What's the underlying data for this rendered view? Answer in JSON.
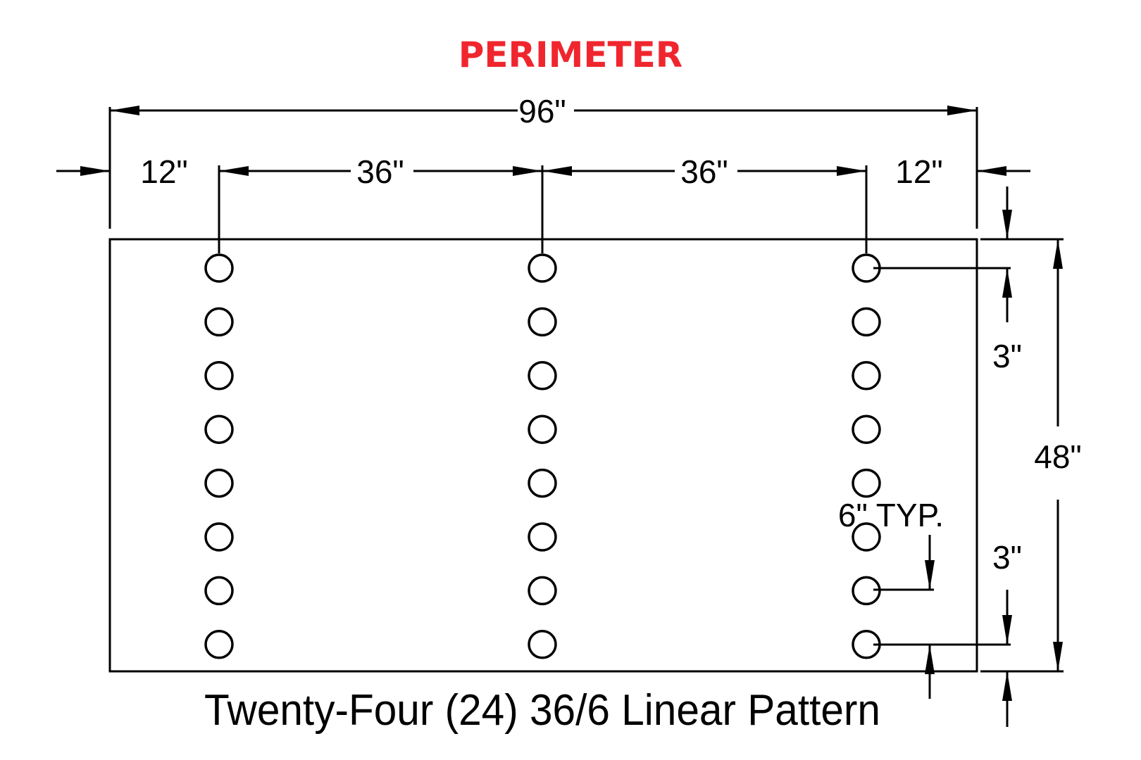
{
  "title": "PERIMETER",
  "colors": {
    "title": "#f0262e",
    "lines": "#000000"
  },
  "dimensions": {
    "overall_width": "96\"",
    "left_edge": "12\"",
    "spacing_left": "36\"",
    "spacing_right": "36\"",
    "right_edge": "12\"",
    "overall_height": "48\"",
    "top_edge": "3\"",
    "bottom_edge": "3\"",
    "hole_spacing": "6\" TYP."
  },
  "pattern": {
    "columns": 3,
    "holes_per_column": 8
  },
  "caption": "Twenty-Four (24) 36/6 Linear Pattern"
}
